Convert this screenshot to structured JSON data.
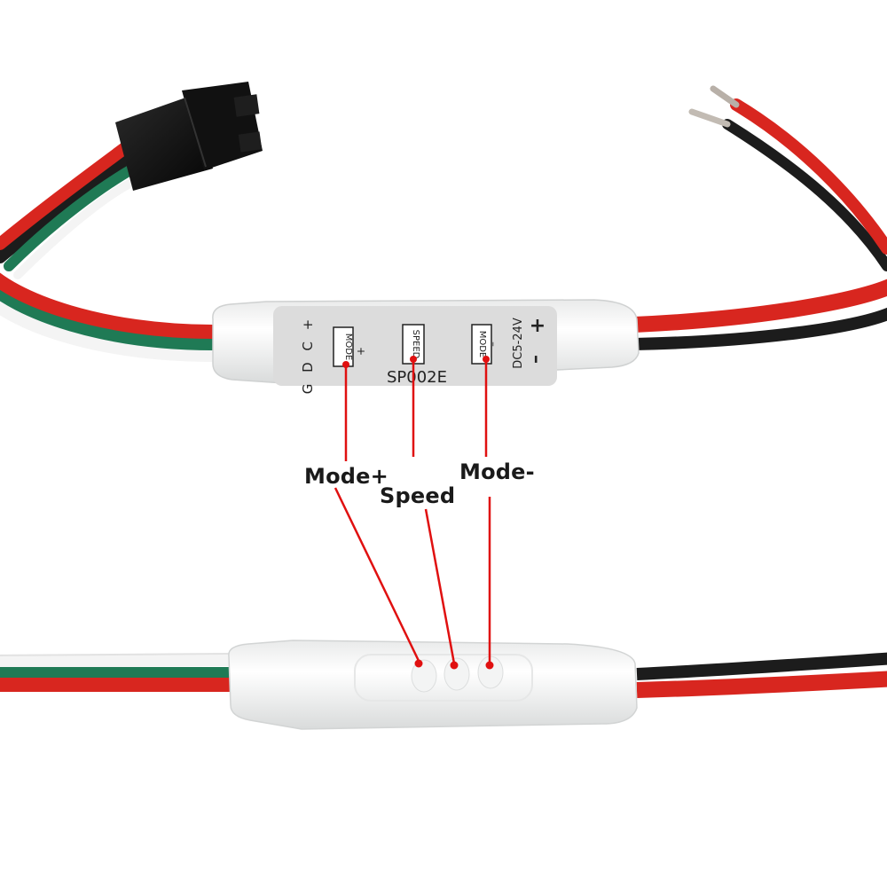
{
  "controller": {
    "pins_label": "G D C +",
    "model": "SP002E",
    "voltage": "DC5-24V",
    "polarity_minus": "–",
    "polarity_plus": "+",
    "buttons": {
      "mode_plus": {
        "text": "MODE",
        "sign": "+"
      },
      "speed": {
        "text": "SPEED"
      },
      "mode_minus": {
        "text": "MODE",
        "sign": "–"
      }
    }
  },
  "callouts": {
    "mode_plus": "Mode+",
    "speed": "Speed",
    "mode_minus": "Mode-"
  },
  "colors": {
    "wire_red": "#d8261f",
    "wire_black": "#1c1c1c",
    "wire_green": "#1f7a55",
    "wire_white": "#f4f4f4",
    "callout_line": "#e01010",
    "label_bg": "#dcdcdc"
  }
}
